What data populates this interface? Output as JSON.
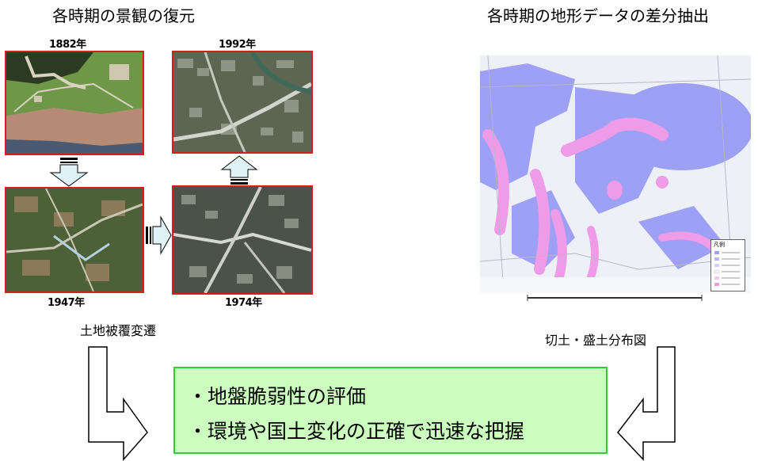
{
  "left_heading": "各時期の景観の復元",
  "right_heading": "各時期の地形データの差分抽出",
  "years": {
    "photo_1882": "1882年",
    "photo_1992": "1992年",
    "photo_1947": "1947年",
    "photo_1974": "1974年"
  },
  "left_caption": "土地被覆変遷",
  "right_caption": "切土・盛土分布図",
  "result_box": {
    "lines": [
      "・地盤脆弱性の評価",
      "・環境や国土変化の正確で迅速な把握"
    ]
  },
  "map": {
    "legend_title": "凡例"
  },
  "colors": {
    "photo_border": "#d81d1d",
    "result_fill": "#ccffbf",
    "result_border": "#33cc33",
    "cut_area": "#9da0f5",
    "fill_area": "#ee9ce8",
    "transition_arrow_fill": "#dff2f7"
  }
}
